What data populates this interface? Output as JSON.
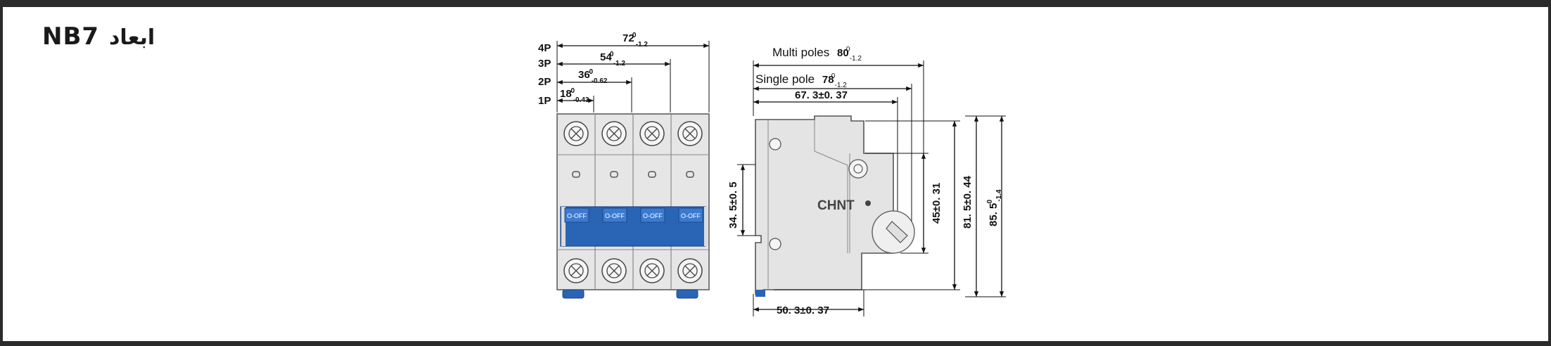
{
  "title": {
    "model": "NB7",
    "label": "ابعاد"
  },
  "front_view": {
    "pole_labels": [
      "4P",
      "3P",
      "2P",
      "1P"
    ],
    "dims": [
      {
        "base": "72",
        "sup": "0",
        "sub": "-1.2"
      },
      {
        "base": "54",
        "sup": "0",
        "sub": "-1.2"
      },
      {
        "base": "36",
        "sup": "0",
        "sub": "-0.62"
      },
      {
        "base": "18",
        "sup": "0",
        "sub": "-0.43"
      }
    ],
    "handle_text": "O-OFF",
    "colors": {
      "handle": "#2a64b4",
      "body": "#e4e4e4",
      "outline": "#555555"
    }
  },
  "side_view": {
    "multi_poles": {
      "text": "Multi poles",
      "base": "80",
      "sup": "0",
      "sub": "-1.2"
    },
    "single_pole": {
      "text": "Single pole",
      "base": "78",
      "sup": "0",
      "sub": "-1.2"
    },
    "top_dim": "67. 3±0. 37",
    "bottom_dim": "50. 3±0. 37",
    "left_dim": "34. 5±0. 5",
    "right_dims": [
      "45±0. 31",
      "81. 5±0. 44"
    ],
    "outer_dim": {
      "base": "85. 5",
      "sup": "0",
      "sub": "-1.4"
    },
    "brand": "CHNT"
  }
}
